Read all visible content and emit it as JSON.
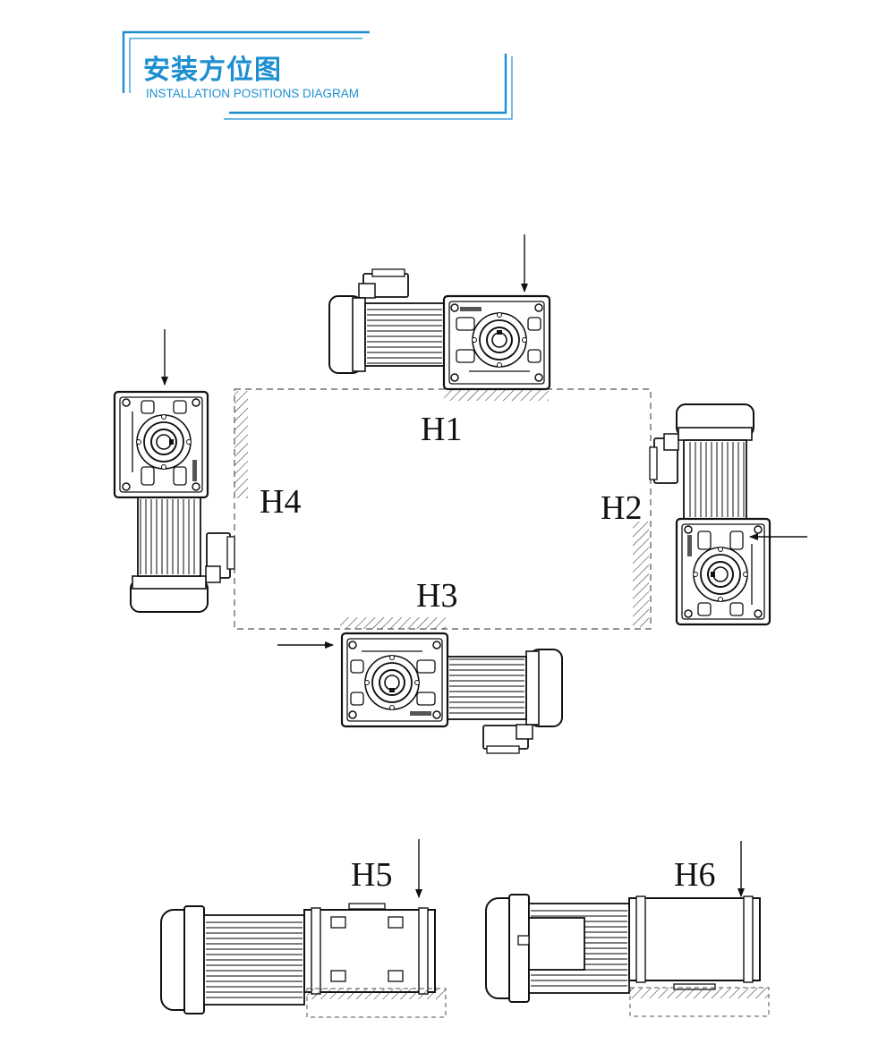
{
  "header": {
    "title_cn": "安装方位图",
    "title_en": "INSTALLATION POSITIONS DIAGRAM",
    "accent_color": "#1d8fd1"
  },
  "positions": {
    "h1": "H1",
    "h2": "H2",
    "h3": "H3",
    "h4": "H4",
    "h5": "H5",
    "h6": "H6"
  },
  "icons": {
    "arrow": "arrow-icon",
    "ground": "ground-hatch-icon"
  }
}
